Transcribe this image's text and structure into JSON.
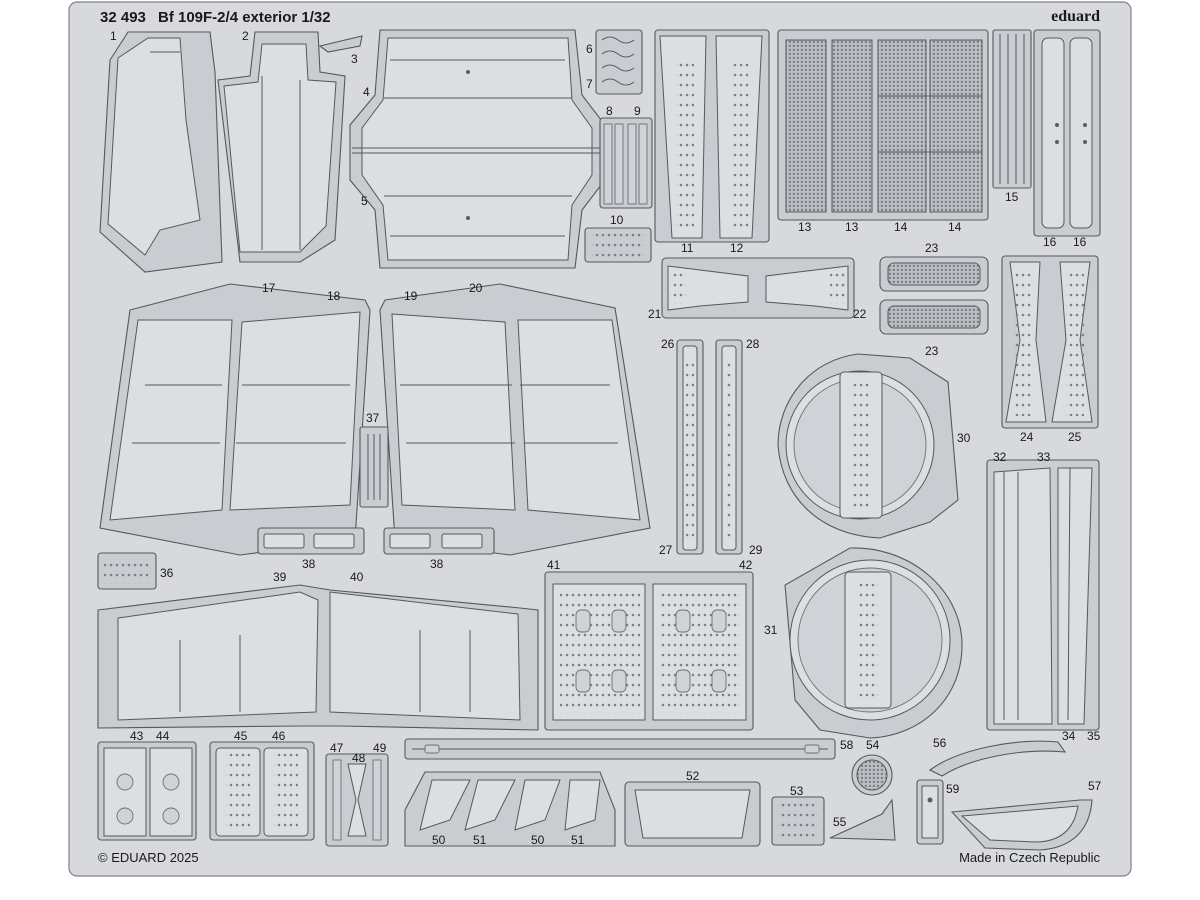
{
  "header": {
    "code": "32 493",
    "title": "Bf 109F-2/4 exterior 1/32",
    "brand": "eduard"
  },
  "footer": {
    "copyright": "© EDUARD 2025",
    "origin": "Made in Czech Republic"
  },
  "part_numbers": [
    "1",
    "2",
    "3",
    "4",
    "5",
    "6",
    "7",
    "8",
    "9",
    "10",
    "11",
    "12",
    "13",
    "13",
    "14",
    "14",
    "15",
    "16",
    "16",
    "17",
    "18",
    "19",
    "20",
    "21",
    "22",
    "23",
    "23",
    "24",
    "25",
    "26",
    "27",
    "28",
    "29",
    "30",
    "31",
    "32",
    "33",
    "34",
    "35",
    "36",
    "37",
    "38",
    "38",
    "39",
    "40",
    "41",
    "42",
    "43",
    "44",
    "45",
    "46",
    "47",
    "48",
    "49",
    "50",
    "51",
    "50",
    "51",
    "52",
    "53",
    "54",
    "55",
    "56",
    "57",
    "58",
    "59"
  ],
  "colors": {
    "sheet": "#d7d9dd",
    "part": "#c9ccd1",
    "outline": "#55585d"
  }
}
